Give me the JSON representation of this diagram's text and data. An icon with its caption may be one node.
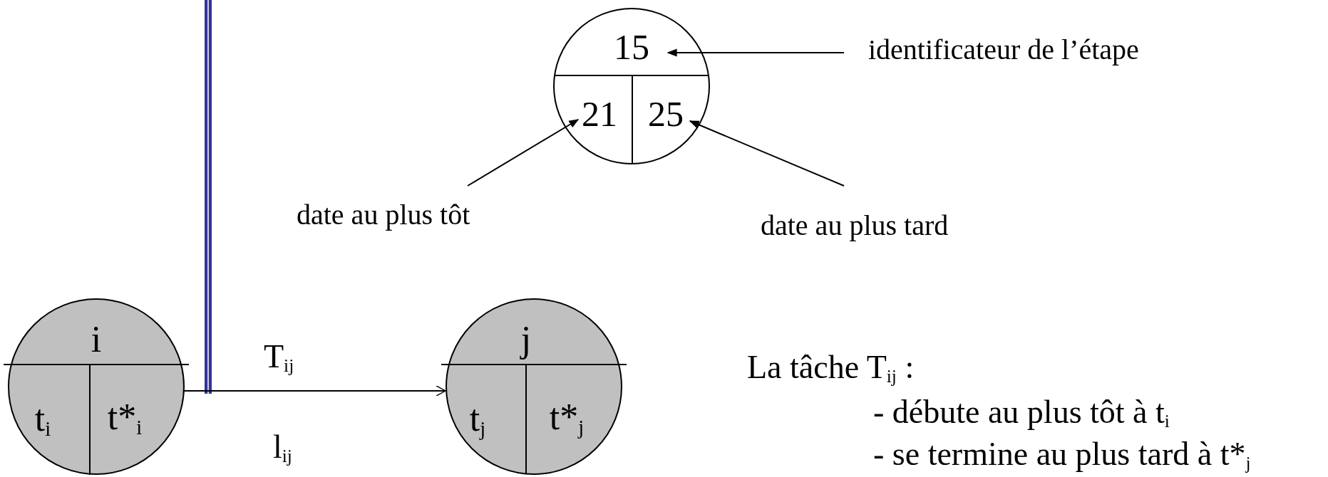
{
  "diagram": {
    "nodes": [
      {
        "text": [
          "15",
          "21",
          "25"
        ]
      },
      {
        "text": [
          "identificateur de l’étape"
        ]
      },
      {
        "text": [
          "date au plus tôt"
        ]
      },
      {
        "text": [
          "date au plus tard"
        ]
      },
      {
        "text": [
          "i",
          "t$_{i}$",
          "t*$_{i}$"
        ]
      },
      {
        "text": [
          "j",
          "t$_{j}$",
          "t*$_{j}$"
        ]
      }
    ],
    "edges": [
      {
        "from": 1,
        "to": 0,
        "arrow": "to"
      },
      {
        "from": 2,
        "to": 0,
        "arrow": "to"
      },
      {
        "from": 3,
        "to": 0,
        "arrow": "to"
      },
      {
        "from": 4,
        "to": 5,
        "arrow": "to",
        "label": "T$_{ij}$"
      }
    ],
    "labels": [
      "l$_{ij}$",
      "La tâche T$_{ij}$ :",
      "- débute au plus tôt à t$_{i}$",
      "- se termine au plus tard à t*$_{j}$"
    ]
  }
}
